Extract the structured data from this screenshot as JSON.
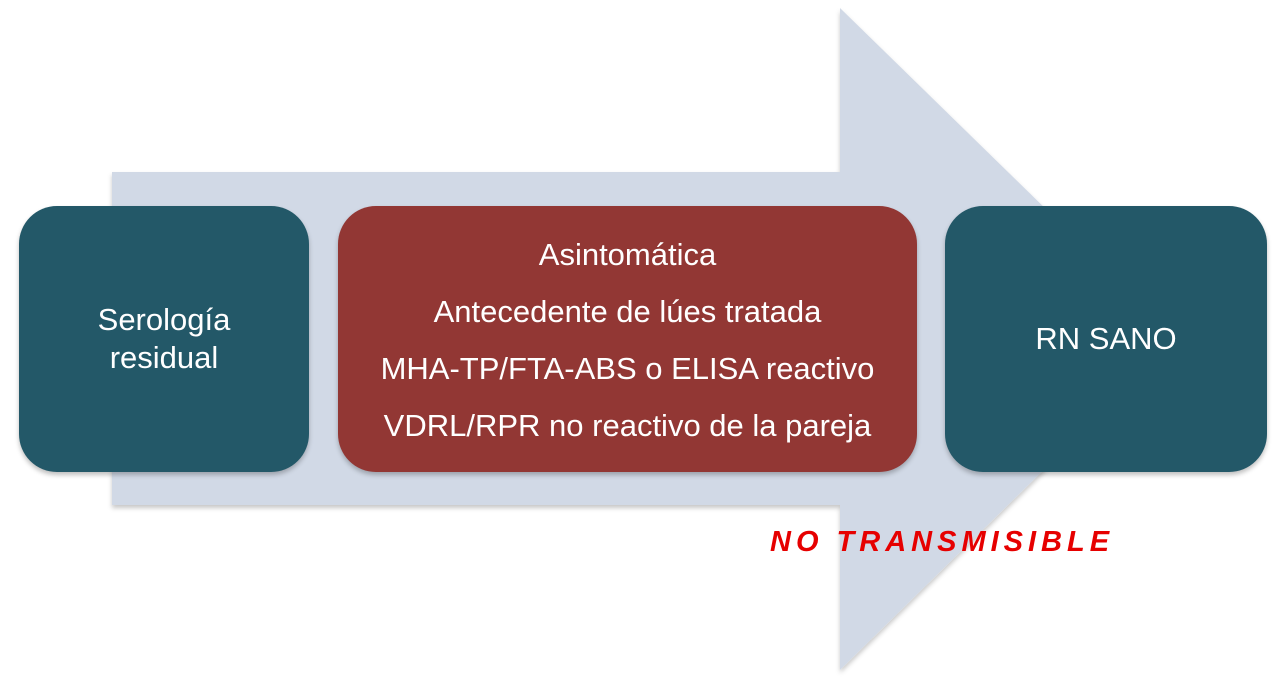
{
  "diagram": {
    "arrow_color": "#d1d9e6",
    "boxes": {
      "left": {
        "lines": [
          "Serología",
          "residual"
        ],
        "color": "#235868"
      },
      "middle": {
        "lines": [
          "Asintomática",
          "Antecedente de lúes tratada",
          "MHA-TP/FTA-ABS o ELISA reactivo",
          "VDRL/RPR  no reactivo de la pareja"
        ],
        "color": "#923734"
      },
      "right": {
        "lines": [
          "RN SANO"
        ],
        "color": "#235868"
      }
    },
    "caption": {
      "text": "NO TRANSMISIBLE",
      "color": "#e60000"
    }
  }
}
